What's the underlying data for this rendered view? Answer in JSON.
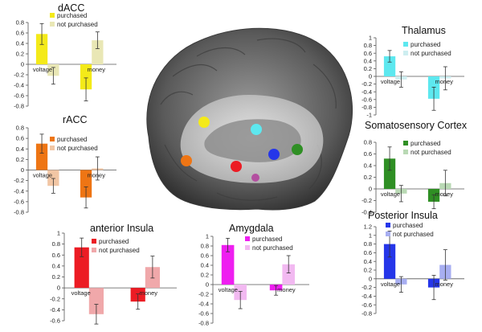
{
  "chart_data": [
    {
      "type": "bar",
      "title": "dACC",
      "categories": [
        "voltage",
        "money"
      ],
      "series": [
        {
          "name": "purchased",
          "values": [
            0.58,
            -0.48
          ],
          "errors": [
            0.2,
            0.22
          ],
          "color": "#f4ea19"
        },
        {
          "name": "not purchased",
          "values": [
            -0.22,
            0.46
          ],
          "errors": [
            0.16,
            0.16
          ],
          "color": "#e9e7b5"
        }
      ],
      "yticks": [
        0.8,
        0.6,
        0.4,
        0.2,
        0,
        -0.2,
        -0.4,
        -0.6,
        -0.8
      ],
      "ylim": [
        -0.8,
        0.8
      ]
    },
    {
      "type": "bar",
      "title": "rACC",
      "categories": [
        "voltage",
        "money"
      ],
      "series": [
        {
          "name": "purchased",
          "values": [
            0.5,
            -0.52
          ],
          "errors": [
            0.18,
            0.2
          ],
          "color": "#ee7514"
        },
        {
          "name": "not purchased",
          "values": [
            -0.3,
            0.03
          ],
          "errors": [
            0.14,
            0.22
          ],
          "color": "#f2c6a4"
        }
      ],
      "yticks": [
        0.8,
        0.6,
        0.4,
        0.2,
        0,
        -0.2,
        -0.4,
        -0.6,
        -0.8
      ],
      "ylim": [
        -0.8,
        0.8
      ]
    },
    {
      "type": "bar",
      "title": "anterior Insula",
      "categories": [
        "voltage",
        "money"
      ],
      "series": [
        {
          "name": "purchased",
          "values": [
            0.74,
            -0.25
          ],
          "errors": [
            0.17,
            0.14
          ],
          "color": "#ec1c24"
        },
        {
          "name": "not purchased",
          "values": [
            -0.48,
            0.38
          ],
          "errors": [
            0.18,
            0.2
          ],
          "color": "#f0a8aa"
        }
      ],
      "yticks": [
        1,
        0.8,
        0.6,
        0.4,
        0.2,
        0,
        -0.2,
        -0.4,
        -0.6
      ],
      "ylim": [
        -0.6,
        1.0
      ]
    },
    {
      "type": "bar",
      "title": "Amygdala",
      "categories": [
        "voltage",
        "money"
      ],
      "series": [
        {
          "name": "purchased",
          "values": [
            0.82,
            -0.12
          ],
          "errors": [
            0.14,
            0.1
          ],
          "color": "#ee1ff0"
        },
        {
          "name": "not purchased",
          "values": [
            -0.32,
            0.42
          ],
          "errors": [
            0.18,
            0.18
          ],
          "color": "#f2b9f1"
        }
      ],
      "yticks": [
        1,
        0.8,
        0.6,
        0.4,
        0.2,
        0,
        -0.2,
        -0.4,
        -0.6,
        -0.8
      ],
      "ylim": [
        -0.8,
        1.0
      ]
    },
    {
      "type": "bar",
      "title": "Thalamus",
      "categories": [
        "voltage",
        "money"
      ],
      "series": [
        {
          "name": "purchased",
          "values": [
            0.52,
            -0.58
          ],
          "errors": [
            0.15,
            0.3
          ],
          "color": "#5de8ef"
        },
        {
          "name": "not purchased",
          "values": [
            -0.08,
            -0.05
          ],
          "errors": [
            0.2,
            0.3
          ],
          "color": "#cdeef0"
        }
      ],
      "yticks": [
        1,
        0.8,
        0.6,
        0.4,
        0.2,
        0,
        -0.2,
        -0.4,
        -0.6,
        -0.8,
        -1
      ],
      "ylim": [
        -1.0,
        1.0
      ]
    },
    {
      "type": "bar",
      "title": "Somatosensory Cortex",
      "categories": [
        "voltage",
        "money"
      ],
      "series": [
        {
          "name": "purchased",
          "values": [
            0.52,
            -0.22
          ],
          "errors": [
            0.2,
            0.12
          ],
          "color": "#2f8f24"
        },
        {
          "name": "not purchased",
          "values": [
            -0.08,
            0.1
          ],
          "errors": [
            0.14,
            0.22
          ],
          "color": "#b9d9b4"
        }
      ],
      "yticks": [
        0.8,
        0.6,
        0.4,
        0.2,
        0,
        -0.2,
        -0.4
      ],
      "ylim": [
        -0.4,
        0.8
      ]
    },
    {
      "type": "bar",
      "title": "Posterior Insula",
      "categories": [
        "voltage",
        "money"
      ],
      "series": [
        {
          "name": "purchased",
          "values": [
            0.8,
            -0.2
          ],
          "errors": [
            0.3,
            0.28
          ],
          "color": "#2536e9"
        },
        {
          "name": "not purchased",
          "values": [
            -0.13,
            0.32
          ],
          "errors": [
            0.18,
            0.35
          ],
          "color": "#a7aef1"
        }
      ],
      "yticks": [
        1.2,
        1,
        0.8,
        0.6,
        0.4,
        0.2,
        0,
        -0.2,
        -0.4,
        -0.6,
        -0.8
      ],
      "ylim": [
        -0.8,
        1.2
      ]
    }
  ],
  "brain": {
    "regions": [
      {
        "name": "dACC",
        "color": "#f4ea19"
      },
      {
        "name": "Thalamus",
        "color": "#5de8ef"
      },
      {
        "name": "rACC",
        "color": "#ee7514"
      },
      {
        "name": "anterior Insula",
        "color": "#ec1c24"
      },
      {
        "name": "Posterior Insula",
        "color": "#2536e9"
      },
      {
        "name": "Somatosensory Cortex",
        "color": "#2f8f24"
      },
      {
        "name": "Amygdala",
        "color": "#b34fa0"
      }
    ]
  }
}
